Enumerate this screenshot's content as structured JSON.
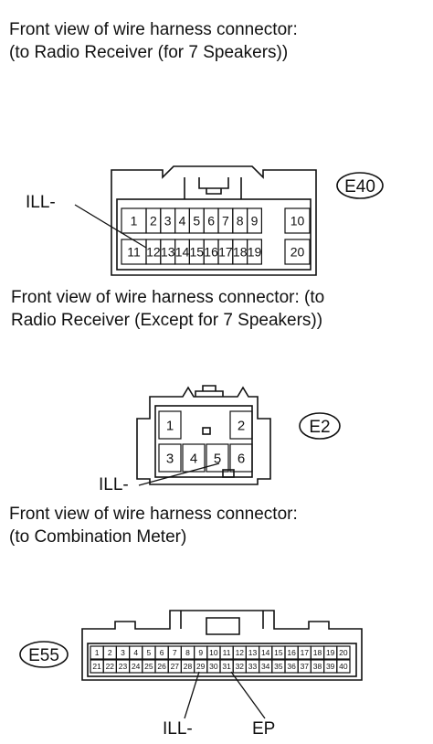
{
  "sections": [
    {
      "caption": "Front view of wire harness connector:\n(to Radio Receiver (for 7 Speakers))",
      "connector_id": "E40",
      "top_pins": [
        "1",
        "2",
        "3",
        "4",
        "5",
        "6",
        "7",
        "8",
        "9",
        "10"
      ],
      "bottom_pins": [
        "11",
        "12",
        "13",
        "14",
        "15",
        "16",
        "17",
        "18",
        "19",
        "20"
      ],
      "labels": [
        {
          "text": "ILL-",
          "pin": "12"
        }
      ]
    },
    {
      "caption": "Front view of wire harness connector: (to\nRadio Receiver (Except for 7 Speakers))",
      "connector_id": "E2",
      "top_pins": [
        "1",
        "2"
      ],
      "bottom_pins": [
        "3",
        "4",
        "5",
        "6"
      ],
      "labels": [
        {
          "text": "ILL-",
          "pin": "5"
        }
      ]
    },
    {
      "caption": "Front view of wire harness connector:\n(to Combination Meter)",
      "connector_id": "E55",
      "top_pins": [
        "1",
        "2",
        "3",
        "4",
        "5",
        "6",
        "7",
        "8",
        "9",
        "10",
        "11",
        "12",
        "13",
        "14",
        "15",
        "16",
        "17",
        "18",
        "19",
        "20"
      ],
      "bottom_pins": [
        "21",
        "22",
        "23",
        "24",
        "25",
        "26",
        "27",
        "28",
        "29",
        "30",
        "31",
        "32",
        "33",
        "34",
        "35",
        "36",
        "37",
        "38",
        "39",
        "40"
      ],
      "labels": [
        {
          "text": "ILL-",
          "pin": "29"
        },
        {
          "text": "EP",
          "pin": "32"
        }
      ]
    }
  ]
}
